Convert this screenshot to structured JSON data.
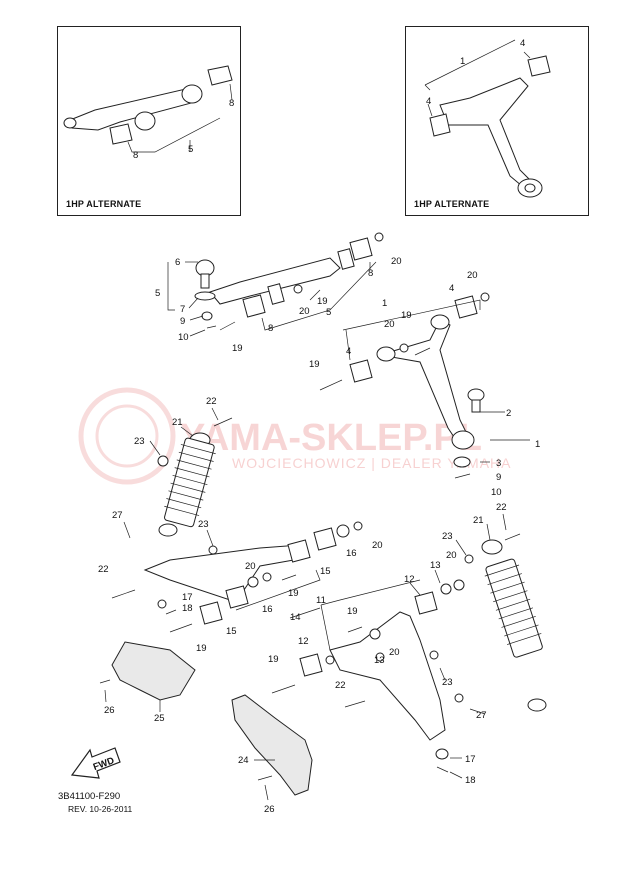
{
  "insets": {
    "left": {
      "caption": "1HP ALTERNATE"
    },
    "right": {
      "caption": "1HP ALTERNATE"
    }
  },
  "watermark": {
    "title": "YAMA-SKLEP.PL",
    "subtitle": "WOJCIECHOWICZ | DEALER YAMAHA"
  },
  "fwd_label": "FWD",
  "reference": {
    "code": "3B41100-F290",
    "revision": "REV. 10-26-2011"
  },
  "callouts": {
    "l_8a": "8",
    "l_8b": "8",
    "l_5": "5",
    "r_1": "1",
    "r_4a": "4",
    "r_4b": "4",
    "t_6": "6",
    "t_5": "5",
    "t_7": "7",
    "t_9": "9",
    "t_10": "10",
    "t_19a": "19",
    "t_8a": "8",
    "t_20a": "20",
    "t_8b": "8",
    "t_19b": "19",
    "t_20b": "20",
    "t_5b": "5",
    "t_20c": "20",
    "t_1": "1",
    "t_4a": "4",
    "t_20d": "20",
    "t_19c": "19",
    "t_4b": "4",
    "t_19d": "19",
    "t_2": "2",
    "t_1b": "1",
    "t_3": "3",
    "t_9b": "9",
    "t_10b": "10",
    "s_22": "22",
    "s_21": "21",
    "s_23": "23",
    "b_27": "27",
    "b_23": "23",
    "b_16a": "16",
    "b_20a": "20",
    "b_15a": "15",
    "b_22": "22",
    "b_20b": "20",
    "b_16b": "16",
    "b_19": "19",
    "b_17": "17",
    "b_18": "18",
    "b_15b": "15",
    "b_14": "14",
    "b_19b": "19",
    "b_26": "26",
    "b_25": "25",
    "r2_22": "22",
    "r2_21": "21",
    "r2_23": "23",
    "r2_20": "20",
    "r2_13": "13",
    "r2_12": "12",
    "r2_11": "11",
    "r2_19": "19",
    "r2_13b": "13",
    "r2_20b": "20",
    "r2_12b": "12",
    "r2_19b": "19",
    "r2_22b": "22",
    "r2_23b": "23",
    "r2_27": "27",
    "r2_17": "17",
    "r2_18": "18",
    "r2_24": "24",
    "r2_26": "26"
  }
}
